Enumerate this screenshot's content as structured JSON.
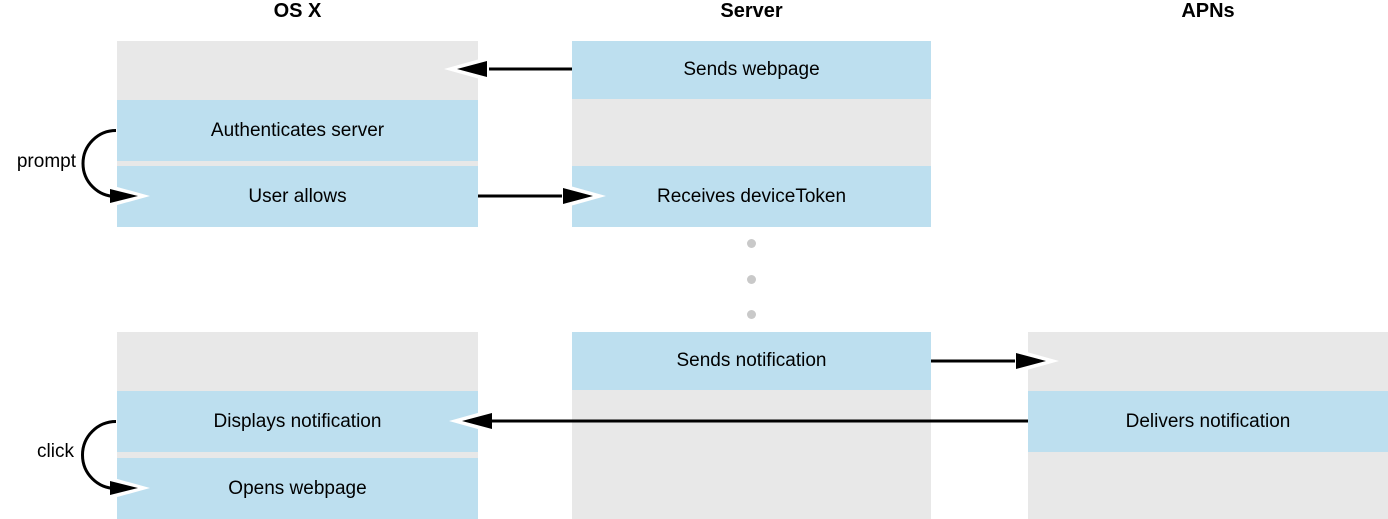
{
  "columns": [
    {
      "id": "osx",
      "label": "OS X"
    },
    {
      "id": "server",
      "label": "Server"
    },
    {
      "id": "apns",
      "label": "APNs"
    }
  ],
  "steps": {
    "sends_webpage": "Sends webpage",
    "authenticates_server": "Authenticates server",
    "user_allows": "User allows",
    "receives_devicetoken": "Receives deviceToken",
    "sends_notification": "Sends notification",
    "displays_notification": "Displays notification",
    "opens_webpage": "Opens webpage",
    "delivers_notification": "Delivers notification"
  },
  "annotations": {
    "prompt": "prompt",
    "click": "click"
  },
  "flows": [
    {
      "from": "server.sends_webpage",
      "to": "osx.lane",
      "direction": "left"
    },
    {
      "from": "osx.user_allows",
      "to": "server.receives_devicetoken",
      "direction": "right"
    },
    {
      "from": "server.sends_notification",
      "to": "apns.lane",
      "direction": "right"
    },
    {
      "from": "apns.delivers_notification",
      "to": "osx.displays_notification",
      "direction": "left"
    },
    {
      "from": "osx.authenticates_server",
      "to": "osx.user_allows",
      "direction": "self-loop",
      "label": "prompt"
    },
    {
      "from": "osx.displays_notification",
      "to": "osx.opens_webpage",
      "direction": "self-loop",
      "label": "click"
    }
  ],
  "colors": {
    "step": "#BDDFEF",
    "lane": "#E8E8E8",
    "arrow": "#000000",
    "dots": "#C9C9C9",
    "text": "#000000"
  }
}
